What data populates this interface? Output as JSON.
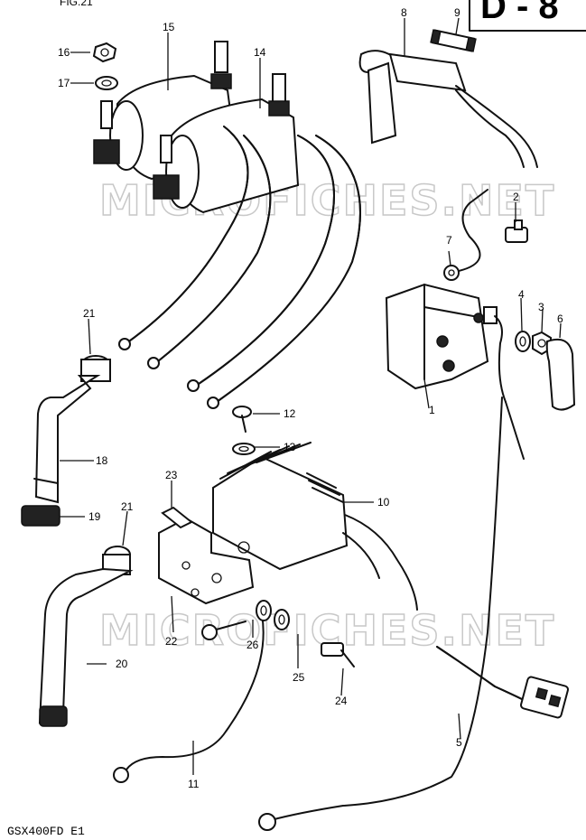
{
  "header": {
    "partial_label": "FIG.21",
    "fig_box": "D - 8"
  },
  "watermark": "MICROFICHES.NET",
  "footer": {
    "model": "GSX400FD E1"
  },
  "callouts": [
    "1",
    "2",
    "3",
    "4",
    "5",
    "6",
    "7",
    "8",
    "9",
    "10",
    "11",
    "12",
    "13",
    "14",
    "15",
    "16",
    "17",
    "18",
    "19",
    "20",
    "21",
    "21",
    "22",
    "23",
    "24",
    "25",
    "26"
  ]
}
